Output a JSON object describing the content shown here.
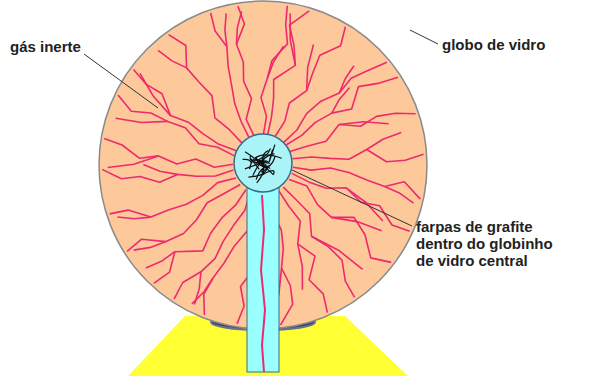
{
  "diagram": {
    "labels": [
      "gás inerte",
      "globo de vidro",
      "farpas de grafite dentro do globinho de vidro central"
    ]
  }
}
